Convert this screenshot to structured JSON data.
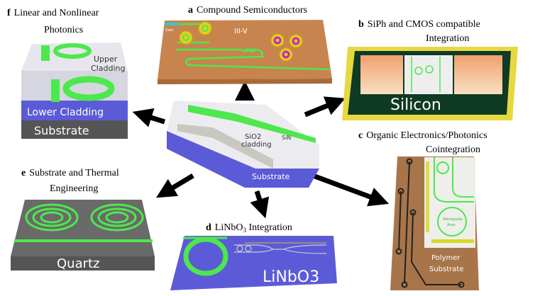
{
  "panels": {
    "a": {
      "letter": "a",
      "title": "Compound Semiconductors",
      "material": "III-V",
      "gain": "Gain"
    },
    "b": {
      "letter": "b",
      "title_line1": "SiPh and CMOS compatible",
      "title_line2": "Integration",
      "material": "Silicon"
    },
    "c": {
      "letter": "c",
      "title_line1": "Organic Electronics/Photonics",
      "title_line2": "Cointegration",
      "waveguide_line1": "Waveguide",
      "waveguide_line2": "Area",
      "substrate_line1": "Polymer",
      "substrate_line2": "Substrate"
    },
    "d": {
      "letter": "d",
      "title_pre": "LiNbO",
      "title_sub": "3",
      "title_post": " Integration",
      "material": "LiNbO3"
    },
    "e": {
      "letter": "e",
      "title_line1": "Substrate and Thermal",
      "title_line2": "Engineering",
      "material": "Quartz"
    },
    "f": {
      "letter": "f",
      "title_line1": "Linear and Nonlinear",
      "title_line2": "Photonics",
      "upper_line1": "Upper",
      "upper_line2": "Cladding",
      "lower": "Lower Cladding",
      "substrate": "Substrate"
    }
  },
  "center": {
    "cladding_line1": "SiO2",
    "cladding_line2": "cladding",
    "core": "SiN",
    "substrate": "Substrate"
  },
  "colors": {
    "green": "#4de84d",
    "blue": "#5b5bd8",
    "orange": "#c8844e",
    "gray": "#555555",
    "dark_green": "#0f3a24",
    "yellow": "#d8d820",
    "brown": "#a8754a"
  }
}
